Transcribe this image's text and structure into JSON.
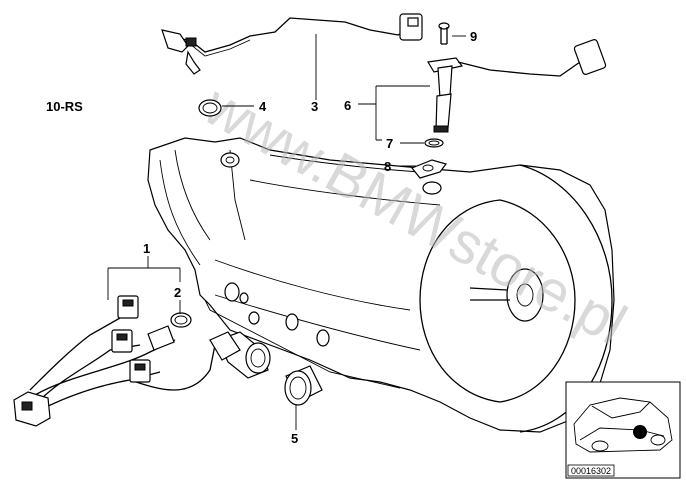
{
  "diagram": {
    "group_label": "10-RS",
    "watermark": "www.BMWstore.pl",
    "diagram_code": "00016302",
    "callouts": [
      {
        "number": "1",
        "part": "wiring-harness"
      },
      {
        "number": "2",
        "part": "o-ring"
      },
      {
        "number": "3",
        "part": "speed-sensor-cable"
      },
      {
        "number": "4",
        "part": "sealing-ring"
      },
      {
        "number": "5",
        "part": "connector-sleeve"
      },
      {
        "number": "6",
        "part": "speed-sensor"
      },
      {
        "number": "7",
        "part": "o-ring"
      },
      {
        "number": "8",
        "part": "gasket"
      },
      {
        "number": "9",
        "part": "screw"
      }
    ]
  }
}
